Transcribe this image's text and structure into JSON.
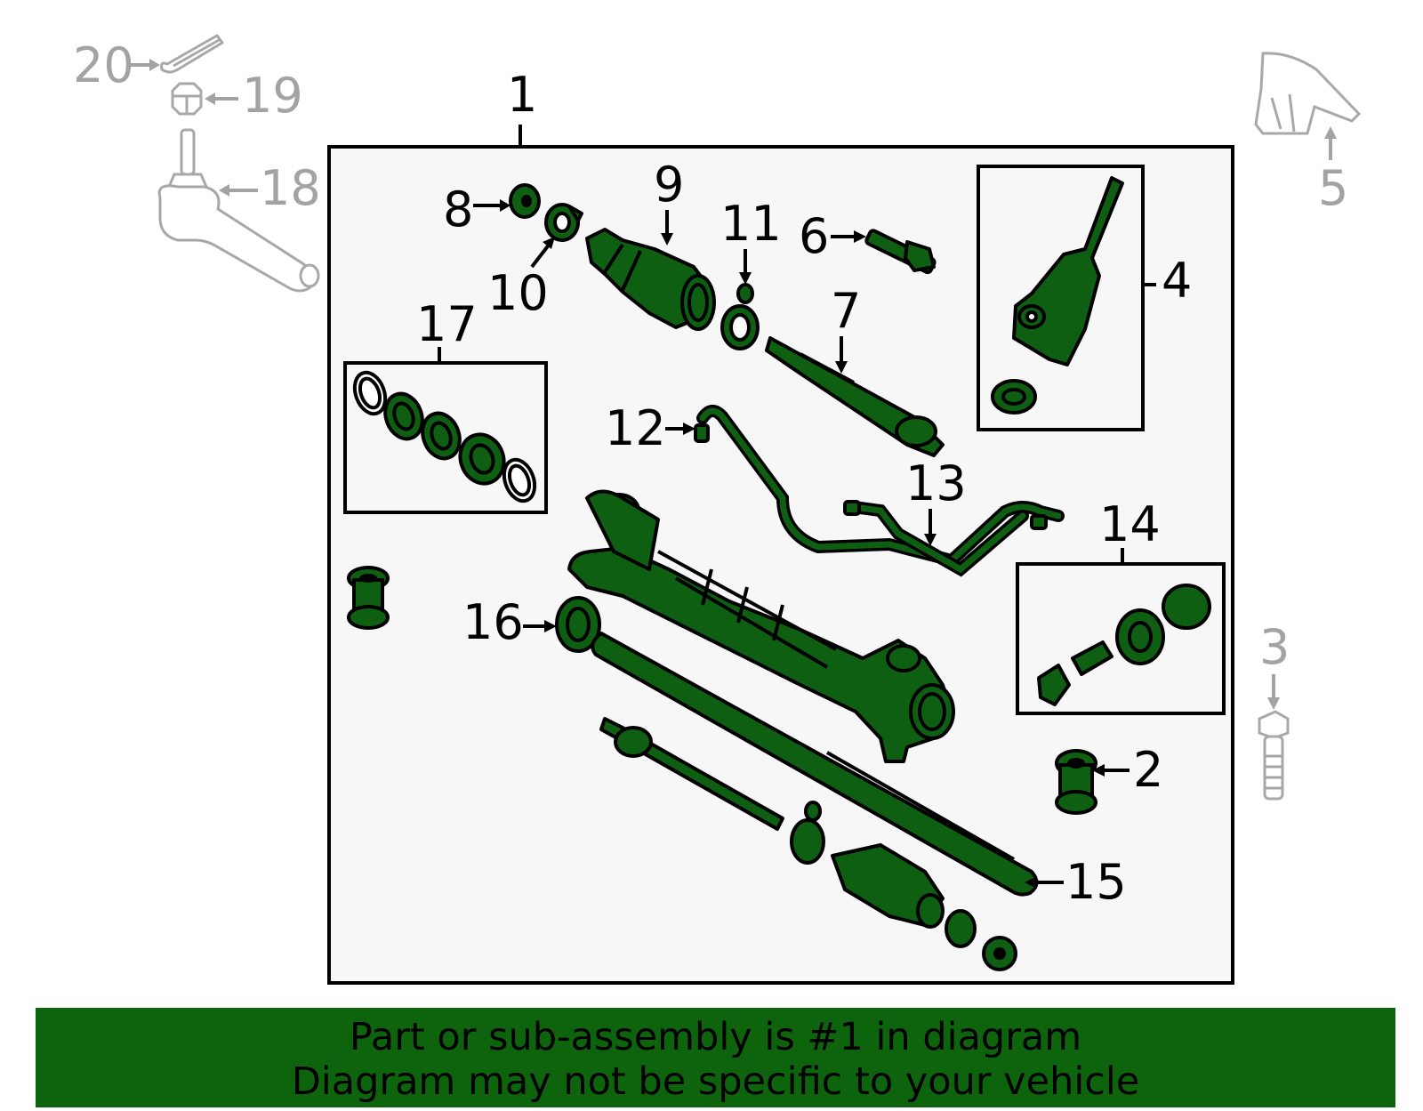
{
  "diagram": {
    "callouts": {
      "c1": "1",
      "c2": "2",
      "c3": "3",
      "c4": "4",
      "c5": "5",
      "c6": "6",
      "c7": "7",
      "c8": "8",
      "c9": "9",
      "c10": "10",
      "c11": "11",
      "c12": "12",
      "c13": "13",
      "c14": "14",
      "c15": "15",
      "c16": "16",
      "c17": "17",
      "c18": "18",
      "c19": "19",
      "c20": "20"
    },
    "colors": {
      "part_fill": "#0f5f12",
      "outline": "#000000",
      "callout_outside": "#a3a3a3",
      "banner": "#0d640d"
    }
  },
  "footer": {
    "line1": "Part or sub-assembly is #1 in diagram",
    "line2": "Diagram may not be specific to your vehicle"
  }
}
